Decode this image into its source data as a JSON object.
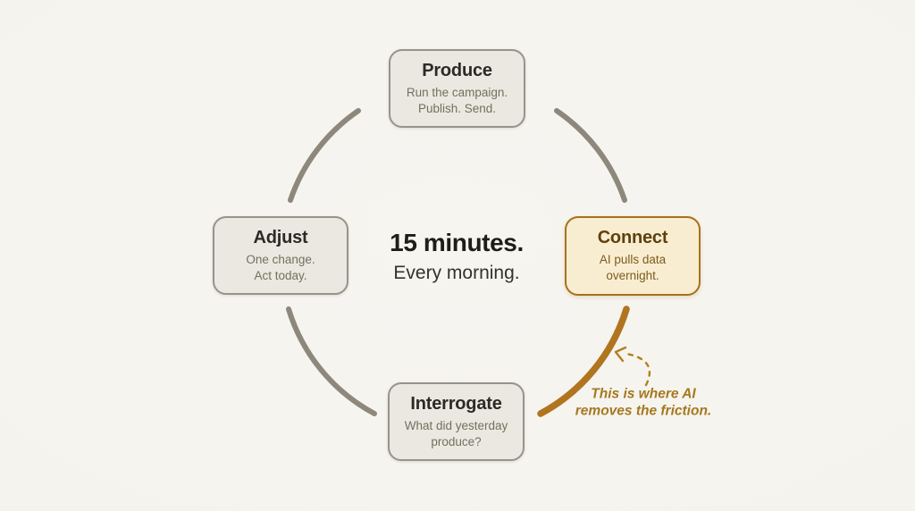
{
  "diagram": {
    "center": {
      "title": "15 minutes.",
      "subtitle": "Every morning."
    },
    "nodes": {
      "produce": {
        "title": "Produce",
        "line1": "Run the campaign.",
        "line2": "Publish. Send."
      },
      "connect": {
        "title": "Connect",
        "line1": "AI pulls data",
        "line2": "overnight."
      },
      "interrogate": {
        "title": "Interrogate",
        "line1": "What did yesterday",
        "line2": "produce?"
      },
      "adjust": {
        "title": "Adjust",
        "line1": "One change.",
        "line2": "Act today."
      }
    },
    "annotation": {
      "line1": "This is where AI",
      "line2": "removes the friction."
    },
    "colors": {
      "background": "#f5f3ee",
      "box_fill": "#eae8e0",
      "box_border": "#98938a",
      "box_title": "#2b2a24",
      "box_subtitle": "#73705f",
      "highlight_fill": "#f9edd1",
      "highlight_border": "#a5721c",
      "highlight_title": "#5f400e",
      "highlight_subtitle": "#7c5c1d",
      "arc_gray": "#8e887c",
      "arc_highlight": "#b1741f",
      "annotation_text": "#a5781f"
    }
  }
}
